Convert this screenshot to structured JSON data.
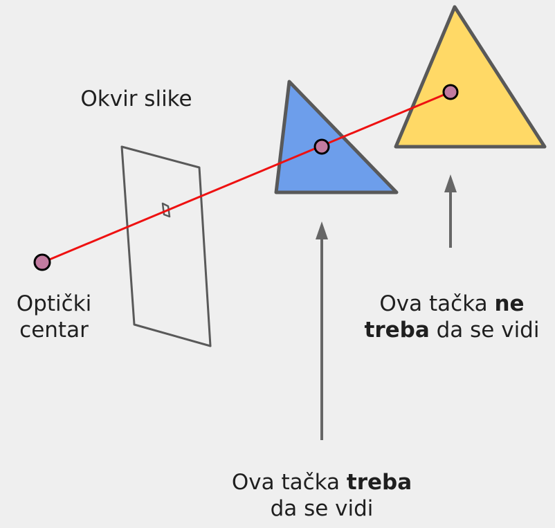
{
  "labels": {
    "image_frame": "Okvir slike",
    "optical_center_line1": "Optički",
    "optical_center_line2": "centar",
    "hidden_point_pre": "Ova tačka ",
    "hidden_point_bold1": "ne",
    "hidden_point_bold2": "treba",
    "hidden_point_post": " da se vidi",
    "visible_point_pre": "Ova tačka ",
    "visible_point_bold": "treba",
    "visible_point_line2": "da se vidi"
  },
  "colors": {
    "background": "#efefef",
    "outline": "#595959",
    "ray": "#ee1111",
    "near_triangle_fill": "#6d9eeb",
    "far_triangle_fill": "#ffd966",
    "point_fill": "#c27ba0",
    "arrow": "#666666",
    "text": "#1f1f1f"
  }
}
